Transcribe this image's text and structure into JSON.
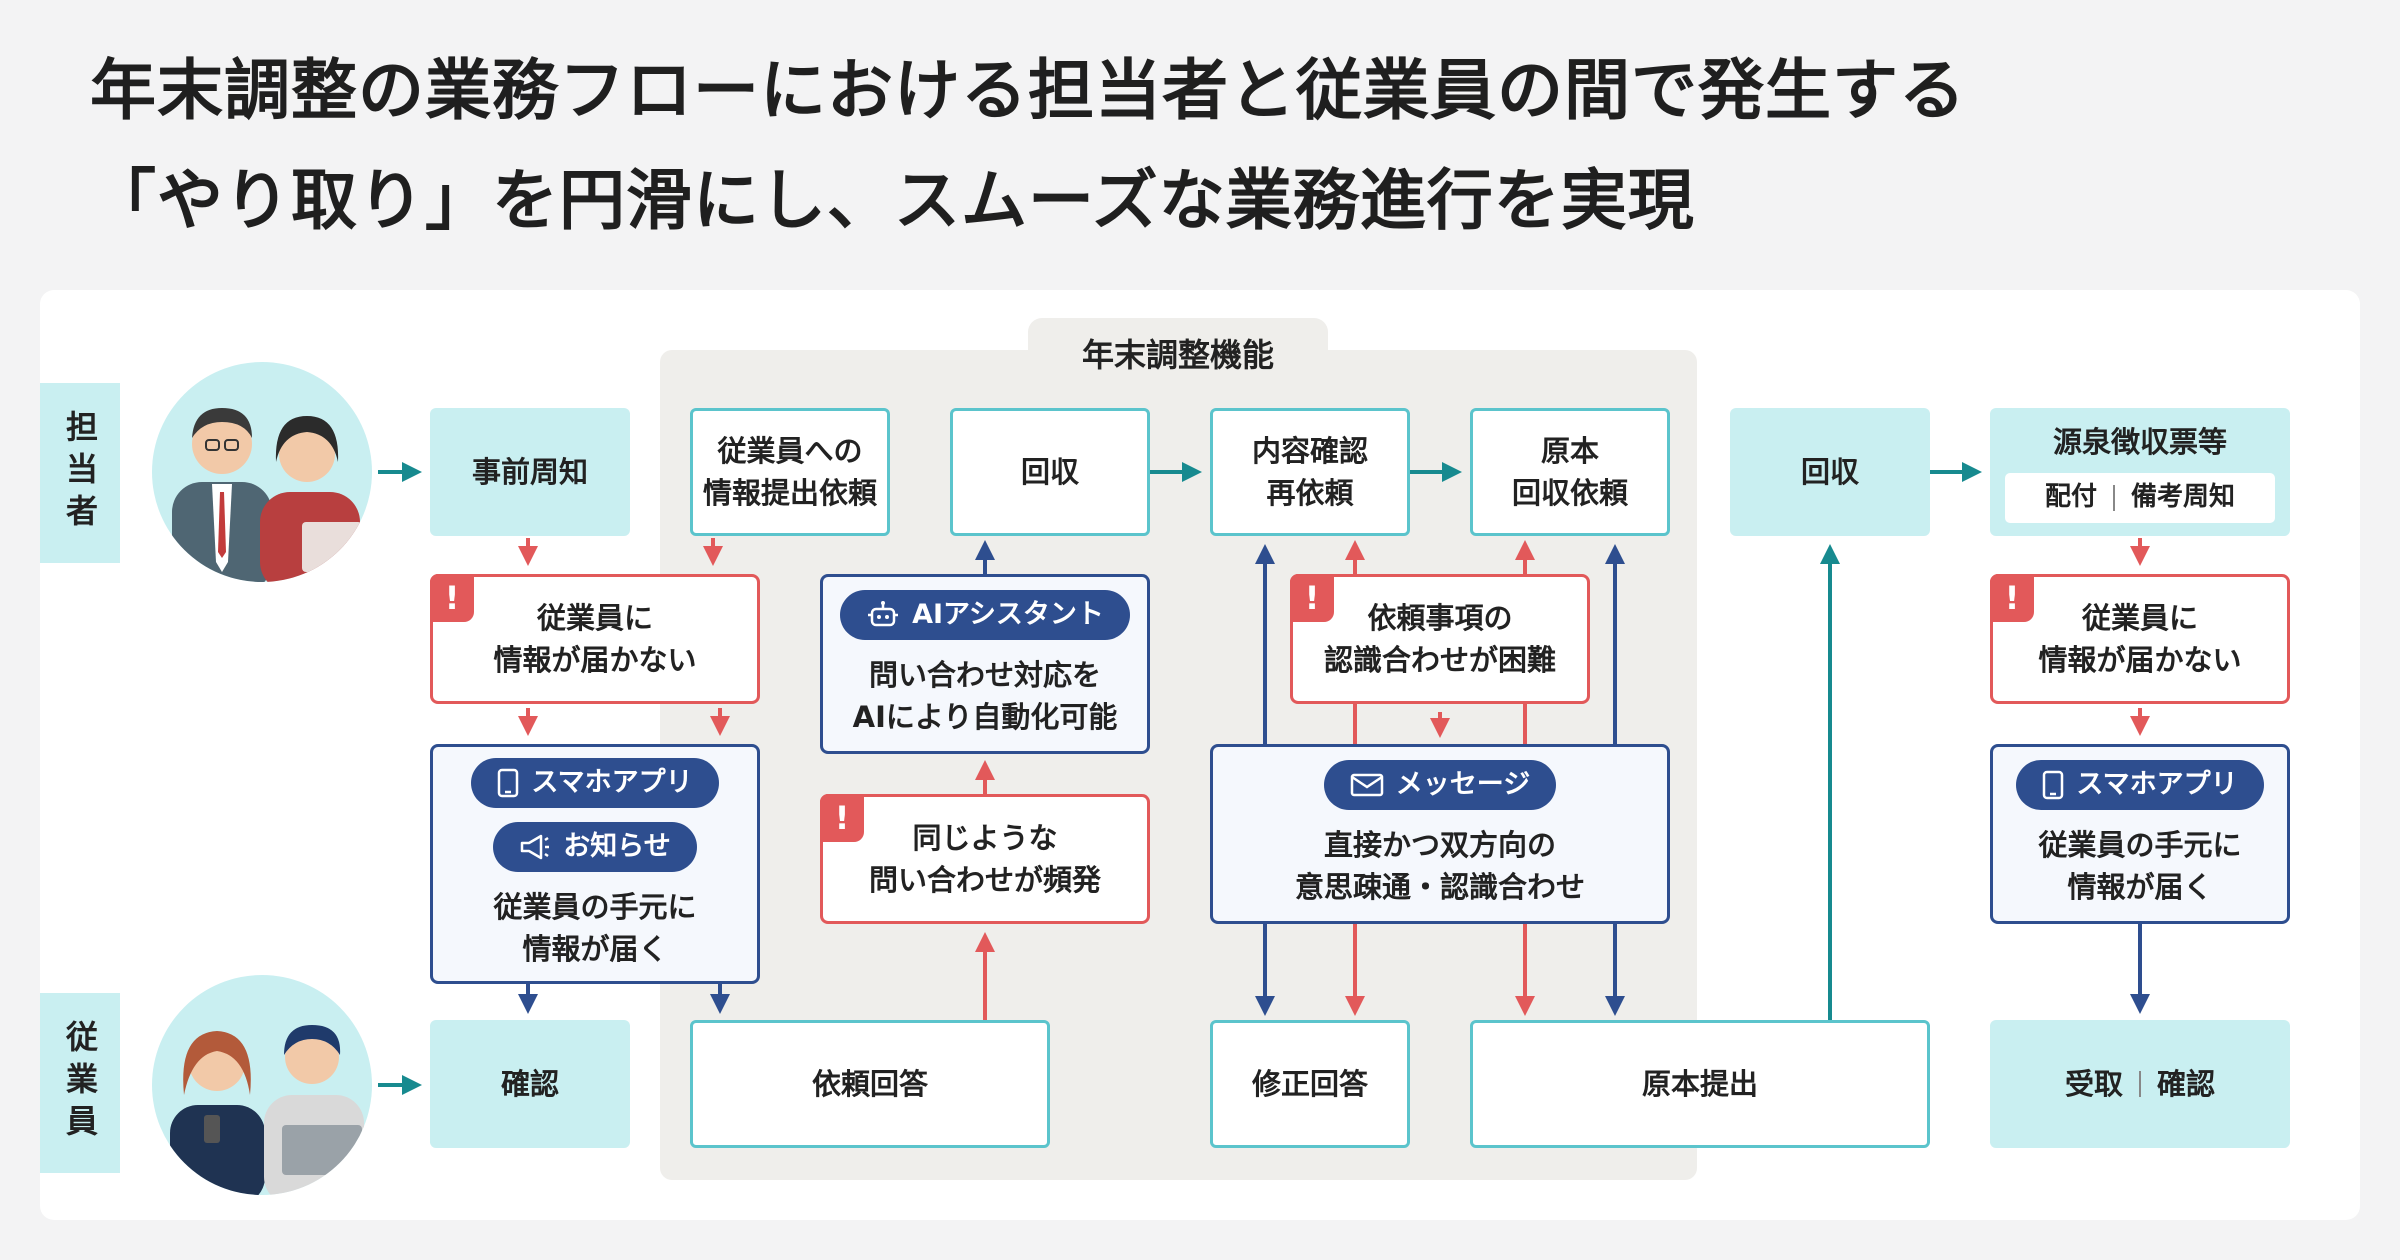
{
  "title": {
    "line1": "年末調整の業務フローにおける担当者と従業員の間で発生する",
    "line2": "「やり取り」を円滑にし、スムーズな業務進行を実現"
  },
  "feature_area": {
    "label": "年末調整機能"
  },
  "roles": {
    "manager": "担当者",
    "employee": "従業員"
  },
  "manager_row": {
    "pre_notice": "事前周知",
    "info_request": [
      "従業員への",
      "情報提出依頼"
    ],
    "collect": "回収",
    "content_check": [
      "内容確認",
      "再依頼"
    ],
    "original_request": [
      "原本",
      "回収依頼"
    ],
    "collect_after": "回収",
    "withholding": {
      "title": "源泉徴収票等",
      "sub_left": "配付",
      "sub_right": "備考周知"
    }
  },
  "alerts": {
    "no_info_left": [
      "従業員に",
      "情報が届かない"
    ],
    "same_questions": [
      "同じような",
      "問い合わせが頻発"
    ],
    "hard_alignment": [
      "依頼事項の",
      "認識合わせが困難"
    ],
    "no_info_right": [
      "従業員に",
      "情報が届かない"
    ]
  },
  "features": {
    "left": {
      "pill1": "スマホアプリ",
      "pill2": "お知らせ",
      "text": [
        "従業員の手元に",
        "情報が届く"
      ]
    },
    "ai": {
      "pill": "AIアシスタント",
      "text": [
        "問い合わせ対応を",
        "AIにより自動化可能"
      ]
    },
    "message": {
      "pill": "メッセージ",
      "text": [
        "直接かつ双方向の",
        "意思疎通・認識合わせ"
      ]
    },
    "right": {
      "pill": "スマホアプリ",
      "text": [
        "従業員の手元に",
        "情報が届く"
      ]
    }
  },
  "employee_row": {
    "confirm": "確認",
    "request_answer": "依頼回答",
    "fix_answer": "修正回答",
    "original_submit": "原本提出",
    "receive": "受取",
    "receive_confirm": "確認"
  },
  "colors": {
    "teal_fill": "#c9eff1",
    "teal_border": "#5bc4cc",
    "teal_arrow": "#178a8f",
    "alert_red": "#e2595a",
    "navy": "#2e4e8f"
  }
}
